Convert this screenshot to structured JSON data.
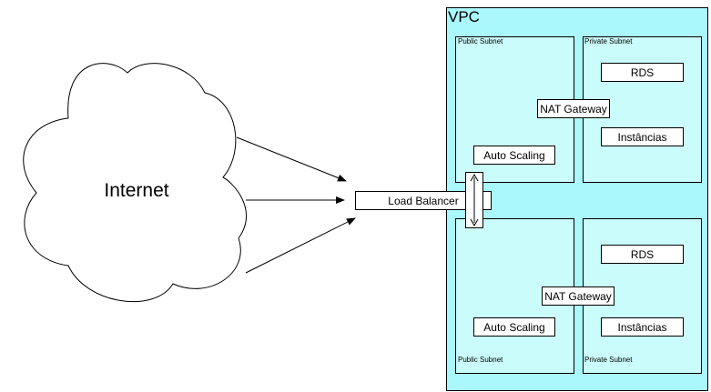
{
  "internet": {
    "label": "Internet"
  },
  "load_balancer": {
    "label": "Load Balancer"
  },
  "vpc": {
    "title": "VPC",
    "zones": [
      {
        "public_subnet": {
          "label": "Public Subnet",
          "auto_scaling": "Auto Scaling"
        },
        "private_subnet": {
          "label": "Private Subnet",
          "rds": "RDS",
          "instances": "Instâncias"
        },
        "nat_gateway": "NAT Gateway"
      },
      {
        "public_subnet": {
          "label": "Public Subnet",
          "auto_scaling": "Auto Scaling"
        },
        "private_subnet": {
          "label": "Private Subnet",
          "rds": "RDS",
          "instances": "Instâncias"
        },
        "nat_gateway": "NAT Gateway"
      }
    ]
  },
  "colors": {
    "vpc_fill": "#aaf8fb",
    "subnet_fill": "#cbfcfc",
    "box_fill": "#ffffff",
    "stroke": "#000000"
  }
}
